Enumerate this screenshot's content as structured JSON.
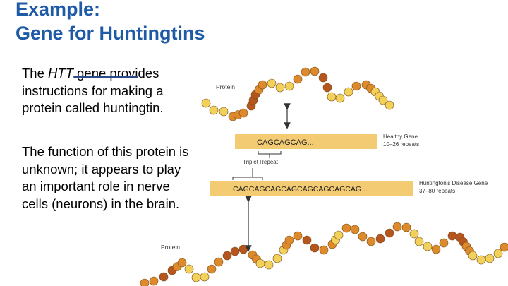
{
  "slide": {
    "title_line1": "Example:",
    "title_line2": "Gene for Huntingtins",
    "paragraph1": {
      "before": "The ",
      "gene": "HTT",
      "after": " gene provides instructions for making a protein called huntingtin."
    },
    "paragraph2": "The function of this protein is unknown; it appears to play an important role in nerve cells (neurons) in the brain."
  },
  "figure": {
    "protein_label_top": "Protein",
    "protein_label_bottom": "Protein",
    "healthy_sequence": "CAGCAGCAG...",
    "healthy_label": "Healthy Gene",
    "healthy_repeats": "10–26 repeats",
    "triplet_label": "Triplet Repeat",
    "disease_sequence": "CAGCAGCAGCAGCAGCAGCAGCAG...",
    "disease_label": "Huntington's Disease Gene",
    "disease_repeats": "37–80 repeats",
    "colors": {
      "bead_yellow": "#f1d15a",
      "bead_orange": "#dc8a2c",
      "bead_brown": "#b4561e",
      "sequence_bar": "#f3cb72"
    }
  }
}
